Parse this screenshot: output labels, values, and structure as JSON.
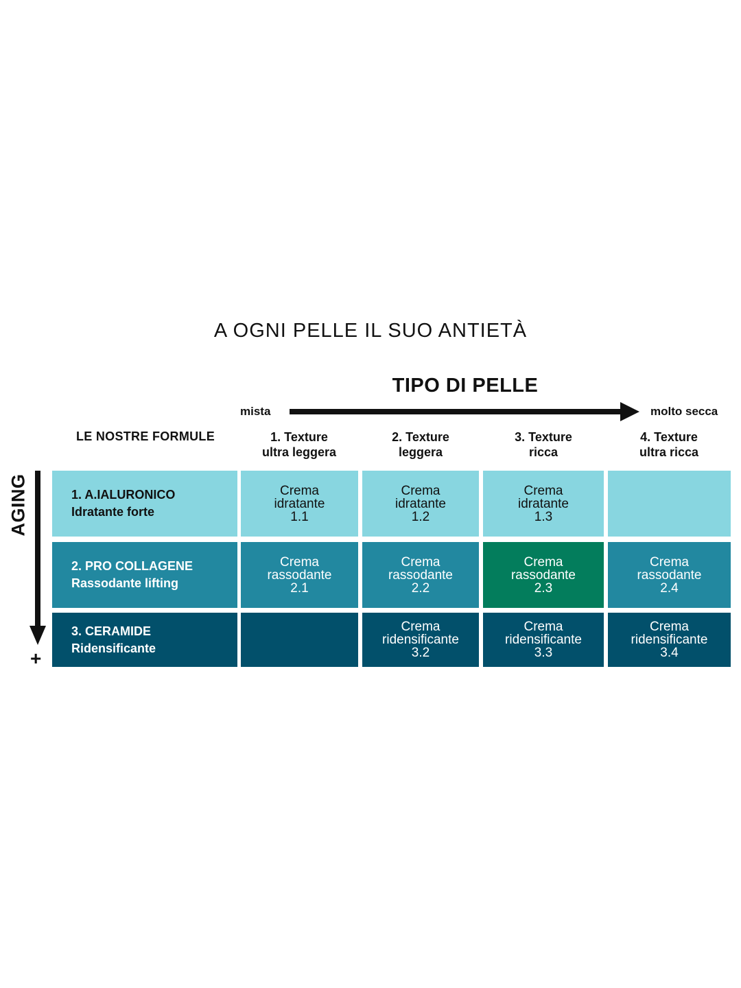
{
  "title": "A OGNI PELLE IL SUO ANTIETÀ",
  "axis": {
    "title": "TIPO DI PELLE",
    "start": "mista",
    "end": "molto secca",
    "vertical_label": "AGING",
    "vertical_end": "+"
  },
  "formule_header": "LE NOSTRE FORMULE",
  "columns": [
    {
      "line1": "1. Texture",
      "line2": "ultra leggera"
    },
    {
      "line1": "2. Texture",
      "line2": "leggera"
    },
    {
      "line1": "3. Texture",
      "line2": "ricca"
    },
    {
      "line1": "4. Texture",
      "line2": "ultra ricca"
    }
  ],
  "rows": [
    {
      "name": "1. A.IALURONICO",
      "subtitle": "Idratante forte",
      "cells": [
        {
          "line1": "Crema",
          "line2": "idratante",
          "code": "1.1"
        },
        {
          "line1": "Crema",
          "line2": "idratante",
          "code": "1.2"
        },
        {
          "line1": "Crema",
          "line2": "idratante",
          "code": "1.3"
        },
        {
          "line1": "",
          "line2": "",
          "code": ""
        }
      ]
    },
    {
      "name": "2. PRO COLLAGENE",
      "subtitle": "Rassodante lifting",
      "cells": [
        {
          "line1": "Crema",
          "line2": "rassodante",
          "code": "2.1"
        },
        {
          "line1": "Crema",
          "line2": "rassodante",
          "code": "2.2"
        },
        {
          "line1": "Crema",
          "line2": "rassodante",
          "code": "2.3"
        },
        {
          "line1": "Crema",
          "line2": "rassodante",
          "code": "2.4"
        }
      ]
    },
    {
      "name": "3. CERAMIDE",
      "subtitle": "Ridensificante",
      "cells": [
        {
          "line1": "",
          "line2": "",
          "code": ""
        },
        {
          "line1": "Crema",
          "line2": "ridensificante",
          "code": "3.2"
        },
        {
          "line1": "Crema",
          "line2": "ridensificante",
          "code": "3.3"
        },
        {
          "line1": "Crema",
          "line2": "ridensificante",
          "code": "3.4"
        }
      ]
    }
  ],
  "colors": {
    "row1": "#88d6e0",
    "row2": "#2288a0",
    "row3": "#02506b",
    "highlight": "#037d5c"
  },
  "highlighted_cell": "2.3"
}
